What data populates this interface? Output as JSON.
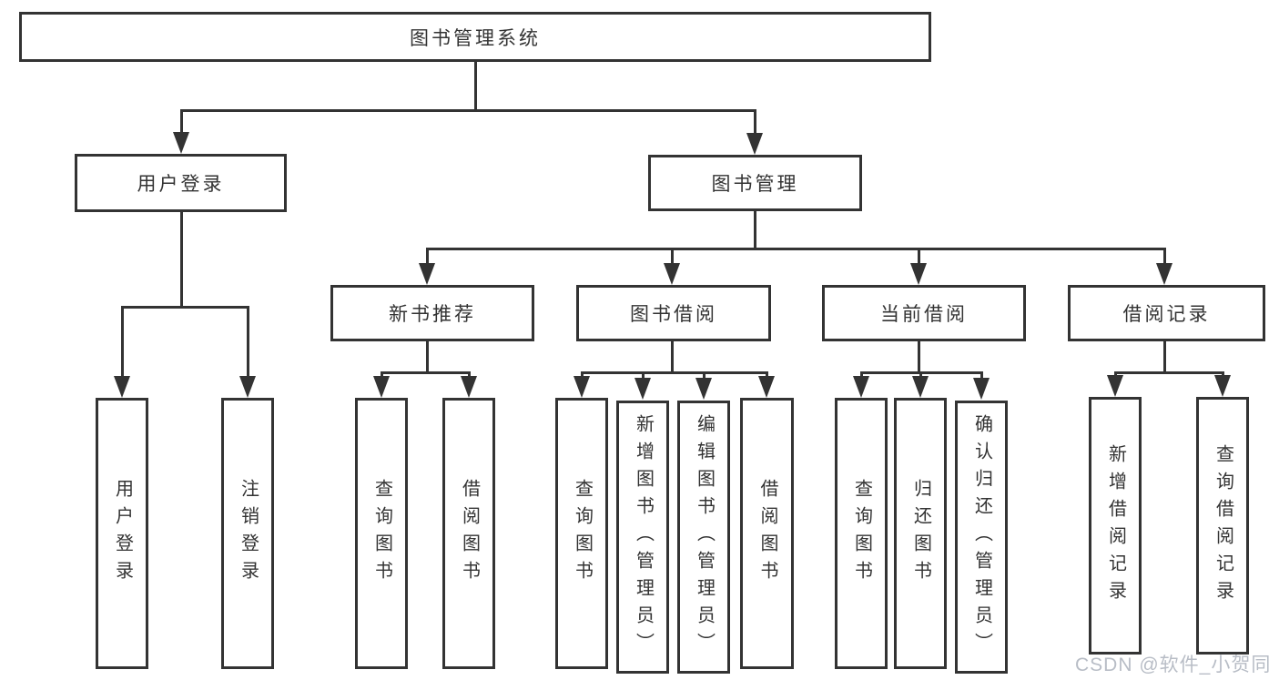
{
  "diagram": {
    "title": "图书管理系统",
    "branches": [
      {
        "label": "用户登录",
        "children": [
          "用户登录",
          "注销登录"
        ]
      },
      {
        "label": "图书管理",
        "children": [
          {
            "label": "新书推荐",
            "children": [
              "查询图书",
              "借阅图书"
            ]
          },
          {
            "label": "图书借阅",
            "children": [
              "查询图书",
              "新增图书（管理员）",
              "编辑图书（管理员）",
              "借阅图书"
            ]
          },
          {
            "label": "当前借阅",
            "children": [
              "查询图书",
              "归还图书",
              "确认归还（管理员）"
            ]
          },
          {
            "label": "借阅记录",
            "children": [
              "新增借阅记录",
              "查询借阅记录"
            ]
          }
        ]
      }
    ]
  },
  "watermark": {
    "text": "CSDN @软件_小贺同学",
    "color": "#b8bdc6"
  },
  "colors": {
    "line": "#333333",
    "text": "#333333",
    "background": "#ffffff"
  }
}
